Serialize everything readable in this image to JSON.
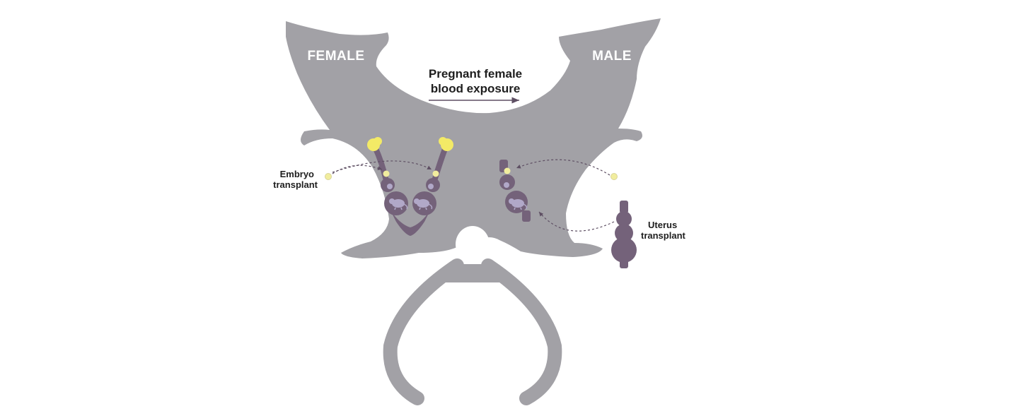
{
  "labels": {
    "female": "FEMALE",
    "male": "MALE",
    "exposure_line1": "Pregnant female",
    "exposure_line2": "blood exposure",
    "embryo_line1": "Embryo",
    "embryo_line2": "transplant",
    "uterus_line1": "Uterus",
    "uterus_line2": "transplant"
  },
  "colors": {
    "body": "#a2a1a6",
    "organ": "#74627a",
    "organ_light": "#b1a8c8",
    "ovary": "#f3ea66",
    "embryo": "#f1ed9e",
    "arrow": "#5e4f63",
    "text": "#1e1e1e",
    "label_white": "#ffffff"
  }
}
